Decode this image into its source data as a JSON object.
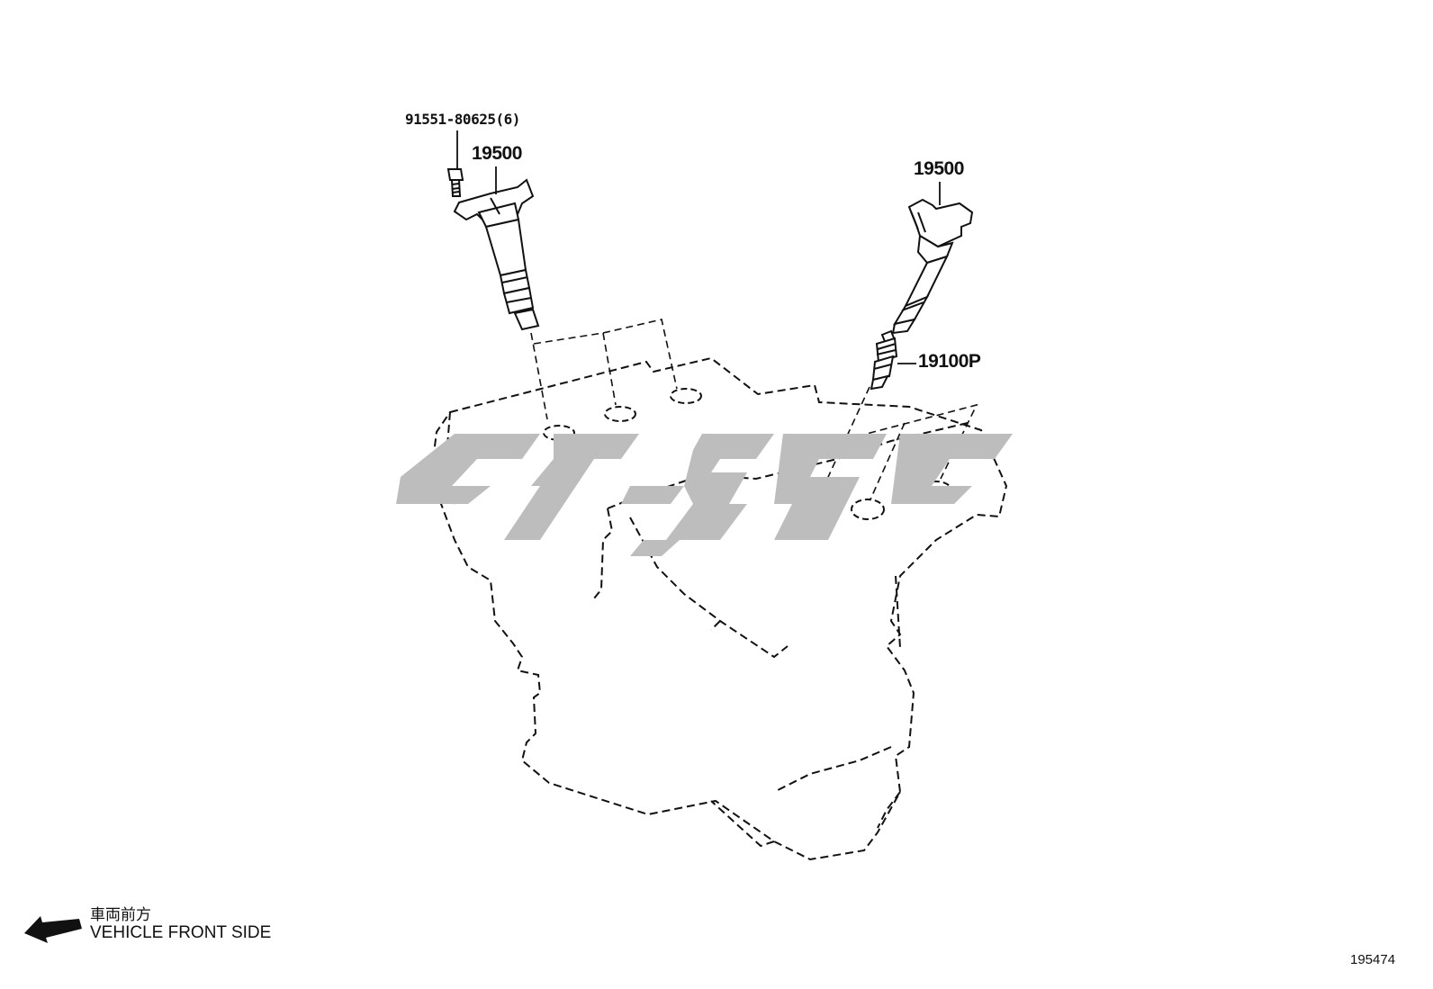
{
  "callouts": {
    "bolt": "91551-80625(6)",
    "coil_left": "19500",
    "coil_right": "19500",
    "spark_plug": "19100P"
  },
  "orientation": {
    "label_jp": "車両前方",
    "label_en": "VEHICLE FRONT SIDE"
  },
  "figure_id": "195474",
  "colors": {
    "line": "#111111",
    "watermark": "#bdbdbd",
    "background": "#ffffff"
  },
  "icons": {
    "front_arrow": "arrow-left-down-icon"
  }
}
